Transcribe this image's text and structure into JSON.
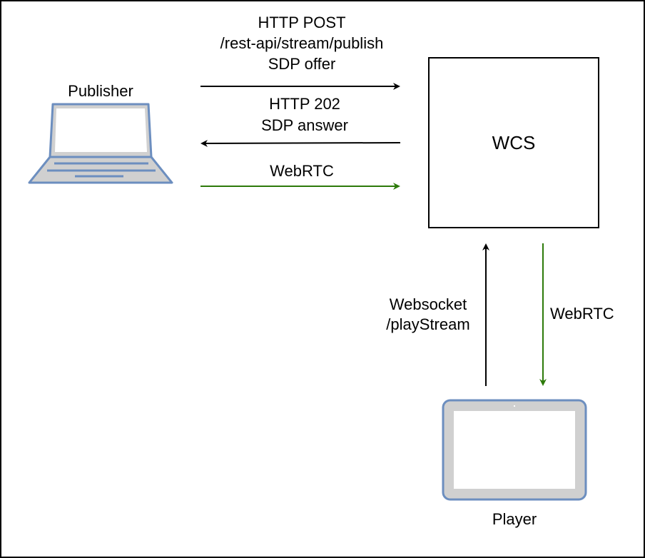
{
  "nodes": {
    "publisher": {
      "label": "Publisher",
      "icon": "laptop-icon"
    },
    "wcs": {
      "label": "WCS"
    },
    "player": {
      "label": "Player",
      "icon": "tablet-icon"
    }
  },
  "edges": {
    "publish_request": {
      "from": "publisher",
      "to": "wcs",
      "lines": [
        "HTTP POST",
        "/rest-api/stream/publish",
        "SDP offer"
      ],
      "color": "#000000"
    },
    "publish_response": {
      "from": "wcs",
      "to": "publisher",
      "lines": [
        "HTTP 202",
        "SDP answer"
      ],
      "color": "#000000"
    },
    "publish_media": {
      "from": "publisher",
      "to": "wcs",
      "lines": [
        "WebRTC"
      ],
      "color": "#2d7a0a"
    },
    "play_request": {
      "from": "player",
      "to": "wcs",
      "lines": [
        "Websocket",
        "/playStream"
      ],
      "color": "#000000"
    },
    "play_media": {
      "from": "wcs",
      "to": "player",
      "lines": [
        "WebRTC"
      ],
      "color": "#2d7a0a"
    }
  },
  "colors": {
    "device_stroke": "#6c8ebf",
    "device_fill": "#d0d0d0",
    "screen_fill": "#ffffff",
    "media_green": "#2d7a0a"
  }
}
